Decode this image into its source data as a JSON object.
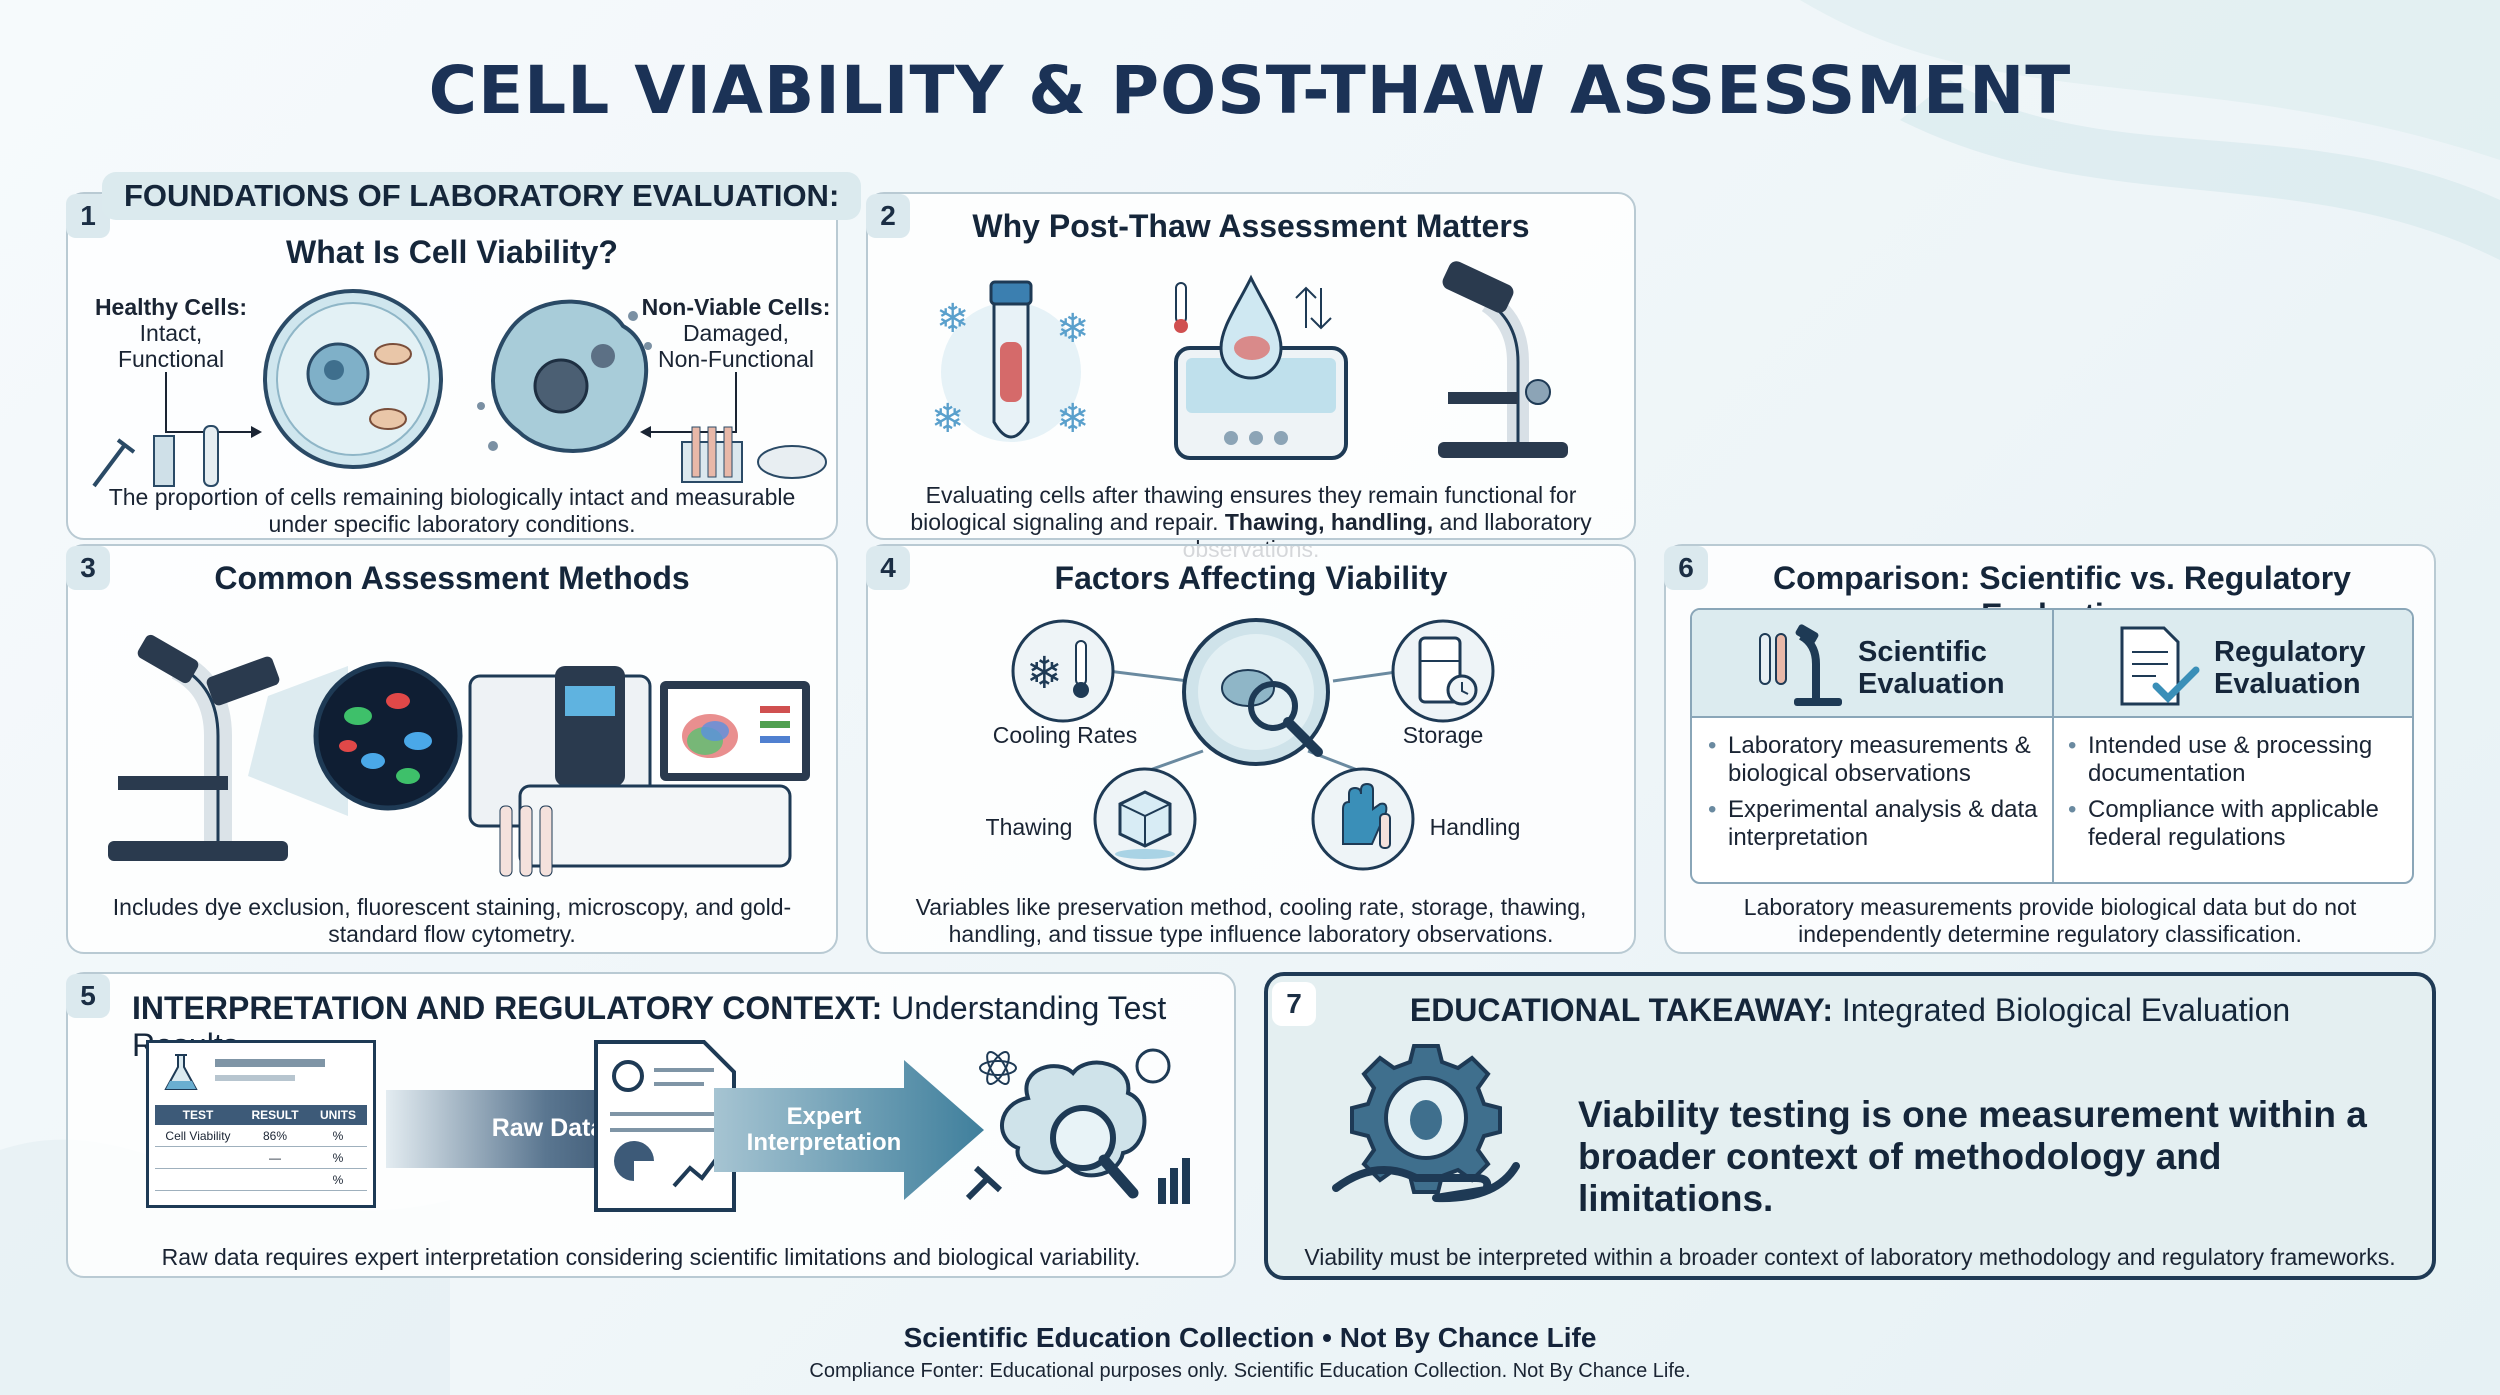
{
  "title": "CELL VIABILITY & POST-THAW ASSESSMENT",
  "section_header": "FOUNDATIONS OF LABORATORY EVALUATION:",
  "panel1": {
    "number": "1",
    "title": "What Is Cell Viability?",
    "healthy_title": "Healthy Cells:",
    "healthy_line1": "Intact,",
    "healthy_line2": "Functional",
    "nonviable_title": "Non-Viable Cells:",
    "nonviable_line1": "Damaged,",
    "nonviable_line2": "Non-Functional",
    "caption": "The proportion of cells remaining biologically intact and measurable under specific laboratory conditions."
  },
  "panel2": {
    "number": "2",
    "title": "Why Post-Thaw Assessment Matters",
    "caption_main": "Evaluating cells after thawing ensures they remain functional for biological signaling and repair.",
    "caption_bold": "Thawing, handling,",
    "caption_tail": "and llaboratory observations."
  },
  "panel3": {
    "number": "3",
    "title": "Common Assessment Methods",
    "caption": "Includes dye exclusion, fluorescent staining, microscopy, and gold-standard flow cytometry."
  },
  "panel4": {
    "number": "4",
    "title": "Factors Affecting Viability",
    "cooling": "Cooling Rates",
    "storage": "Storage",
    "thawing": "Thawing",
    "handling": "Handling",
    "caption": "Variables like preservation method, cooling rate, storage, thawing, handling, and tissue type influence laboratory observations."
  },
  "panel5": {
    "number": "5",
    "title_bold": "INTERPRETATION AND REGULATORY CONTEXT:",
    "title_rest": "Understanding Test Results",
    "table_headers": [
      "TEST",
      "RESULT",
      "UNITS"
    ],
    "table_row": [
      "Cell Viability",
      "86%",
      "%"
    ],
    "dash": "—",
    "pct": "%",
    "arrow1": "Raw Data",
    "arrow2_line1": "Expert",
    "arrow2_line2": "Interpretation",
    "caption": "Raw data requires expert interpretation considering scientific limitations and biological variability."
  },
  "panel6": {
    "number": "6",
    "title": "Comparison: Scientific vs. Regulatory Evaluation",
    "sci_line1": "Scientific",
    "sci_line2": "Evaluation",
    "reg_line1": "Regulatory",
    "reg_line2": "Evaluation",
    "sci_bullets": [
      "Laboratory measurements & biological observations",
      "Experimental analysis & data interpretation"
    ],
    "reg_bullets": [
      "Intended use & processing documentation",
      "Compliance with applicable federal regulations"
    ],
    "caption": "Laboratory measurements provide biological data but do not independently determine regulatory classification."
  },
  "panel7": {
    "number": "7",
    "title_bold": "EDUCATIONAL TAKEAWAY:",
    "title_rest": "Integrated Biological Evaluation",
    "statement": "Viability testing is one measurement within a broader context of methodology and limitations.",
    "caption": "Viability must be interpreted within a broader context of laboratory methodology and regulatory frameworks."
  },
  "footer": {
    "line1": "Scientific Education Collection • Not By Chance Life",
    "line2": "Compliance Fonter: Educational purposes only. Scientific Education Collection. Not By Chance Life."
  }
}
